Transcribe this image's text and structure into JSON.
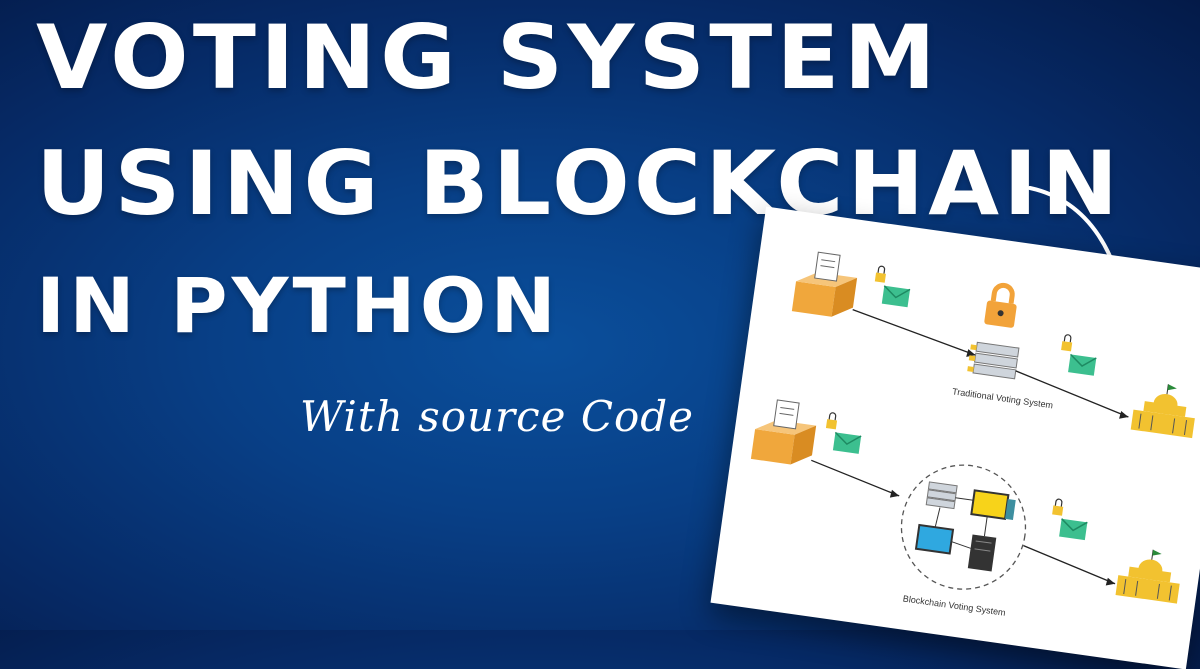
{
  "headline": {
    "line1": "VOTING SYSTEM",
    "line2": "USING BLOCKCHAIN",
    "line3": "IN PYTHON"
  },
  "subtitle": "With source Code",
  "diagram": {
    "top_caption": "Traditional Voting System",
    "bottom_caption": "Blockchain Voting System"
  },
  "colors": {
    "background": "#083f86",
    "text": "#ffffff",
    "ballot_box": "#f0a73c",
    "envelope": "#3cbf8f",
    "lock": "#f2a33a",
    "capitol": "#f2c230"
  }
}
